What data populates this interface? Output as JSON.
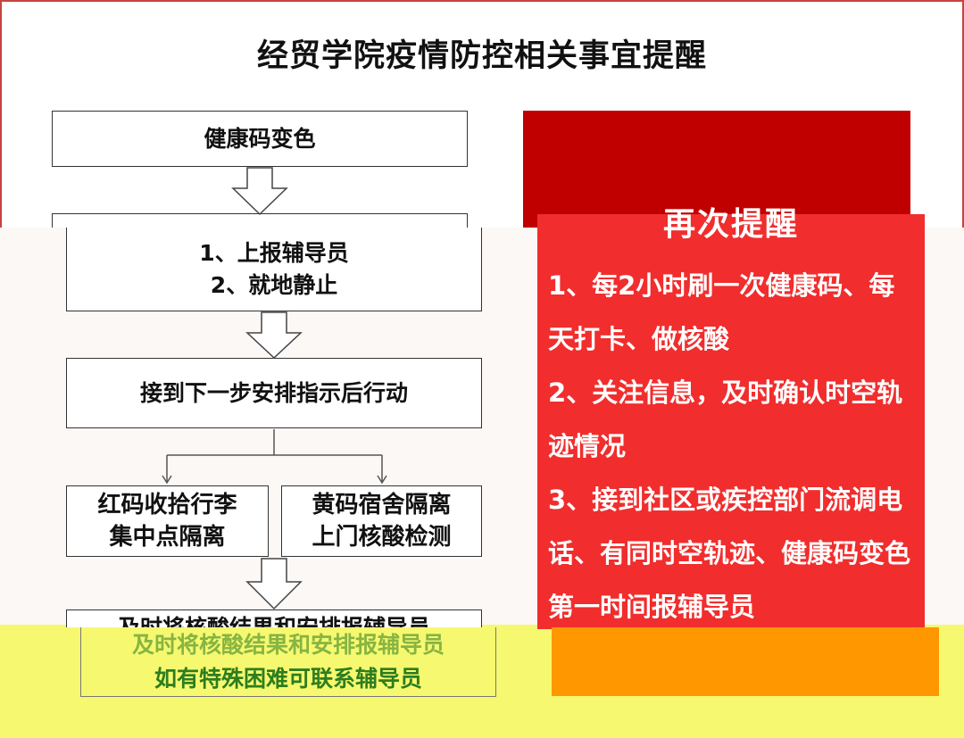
{
  "title": "经贸学院疫情防控相关事宜提醒",
  "flow": {
    "step1": "健康码变色",
    "step2": "1、上报辅导员\n2、就地静止",
    "step3": "接到下一步安排指示后行动",
    "branch_red": "红码收拾行李\n集中点隔离",
    "branch_yellow": "黄码宿舍隔离\n上门核酸检测",
    "step5_line1": "及时将核酸结果和安排报辅导员",
    "step5_line2": "如有特殊困难可联系辅导员"
  },
  "reminder": {
    "title": "再次提醒",
    "items": [
      "1、每2小时刷一次健康码、每天打卡、做核酸",
      "2、关注信息，及时确认时空轨迹情况",
      "3、接到社区或疾控部门流调电话、有同时空轨迹、健康码变色第一时间报辅导员"
    ]
  },
  "colors": {
    "dark_red": "#c00000",
    "red": "#f12d2d",
    "orange": "#ff9800",
    "yellow_band": "#f6f96f",
    "green_text": "#2e7d1f"
  }
}
